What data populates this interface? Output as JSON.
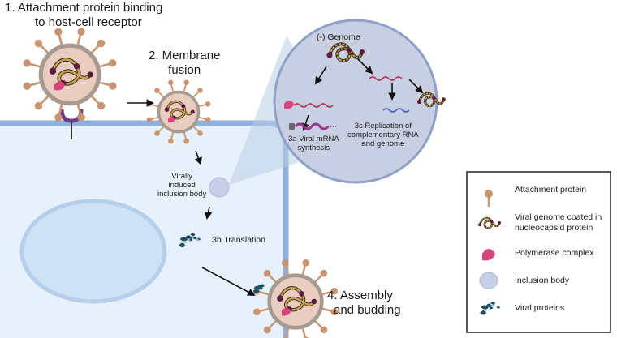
{
  "steps": {
    "attachment": [
      "1. Attachment protein binding",
      "to host-cell receptor"
    ],
    "fusion": [
      "2. Membrane",
      "fusion"
    ],
    "assembly": [
      "4. Assembly",
      "and budding"
    ]
  },
  "zoom": {
    "genome": "(-) Genome",
    "mrna": [
      "3a Viral mRNA",
      "synthesis"
    ],
    "replication": [
      "3c Replication of",
      "complementary RNA",
      "and genome"
    ]
  },
  "cell": {
    "inclusion": [
      "Virally",
      "induced",
      "inclusion body"
    ],
    "translation": "3b Translation"
  },
  "legend": {
    "items": [
      {
        "label": [
          "Attachment protein"
        ],
        "icon": "attachment-protein-icon"
      },
      {
        "label": [
          "Viral genome coated in",
          "nucleocapsid protein"
        ],
        "icon": "nucleocapsid-genome-icon"
      },
      {
        "label": [
          "Polymerase complex"
        ],
        "icon": "polymerase-complex-icon"
      },
      {
        "label": [
          "Inclusion body"
        ],
        "icon": "inclusion-body-icon"
      },
      {
        "label": [
          "Viral proteins"
        ],
        "icon": "viral-proteins-icon"
      }
    ]
  },
  "colors": {
    "membrane": "#8fb0dc",
    "cytoplasm": "#e6f1fb",
    "nucleus": "#cfe1f4",
    "zoom_fill": "#c9cfe3",
    "capsid": "#e9cdc0",
    "envelope": "#a89a8e",
    "spike": "#c99570",
    "genome": "#c9a24a",
    "genome_dark": "#3a2a1e",
    "bead": "#5b1a3e",
    "polymerase": "#d6457a",
    "mrna": "#a2338a",
    "crna": "#b33a5a",
    "grna": "#4f62c9",
    "receptor": "#6e3d8d",
    "protein": "#1f4f5f",
    "inclusion": "#c7cfe6"
  }
}
